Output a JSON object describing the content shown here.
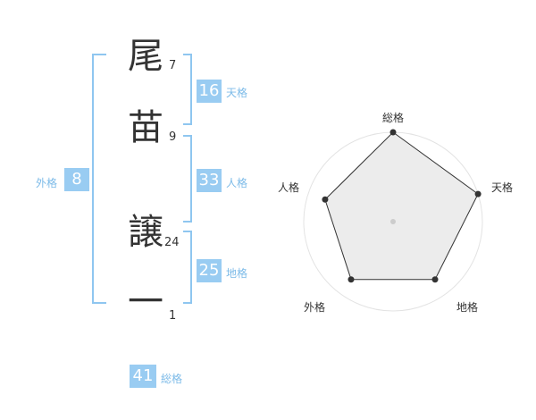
{
  "name": {
    "chars": [
      {
        "char": "尾",
        "strokes": "7"
      },
      {
        "char": "苗",
        "strokes": "9"
      },
      {
        "char": "譲",
        "strokes": "24"
      },
      {
        "char": "一",
        "strokes": "1"
      }
    ]
  },
  "fortunes": {
    "tenkaku": {
      "value": "16",
      "label": "天格"
    },
    "jinkaku": {
      "value": "33",
      "label": "人格"
    },
    "chikaku": {
      "value": "25",
      "label": "地格"
    },
    "gaikaku": {
      "value": "8",
      "label": "外格"
    },
    "soukaku": {
      "value": "41",
      "label": "総格"
    }
  },
  "colors": {
    "accent": "#99ccf2",
    "bracket": "#8fc6f0",
    "label_text": "#7dbbe8",
    "text": "#333333"
  },
  "chart_data": {
    "type": "radar",
    "axes": [
      "総格",
      "天格",
      "地格",
      "外格",
      "人格"
    ],
    "values": [
      1.0,
      1.0,
      0.8,
      0.8,
      0.8
    ],
    "rings": 4,
    "max": 1.0
  }
}
